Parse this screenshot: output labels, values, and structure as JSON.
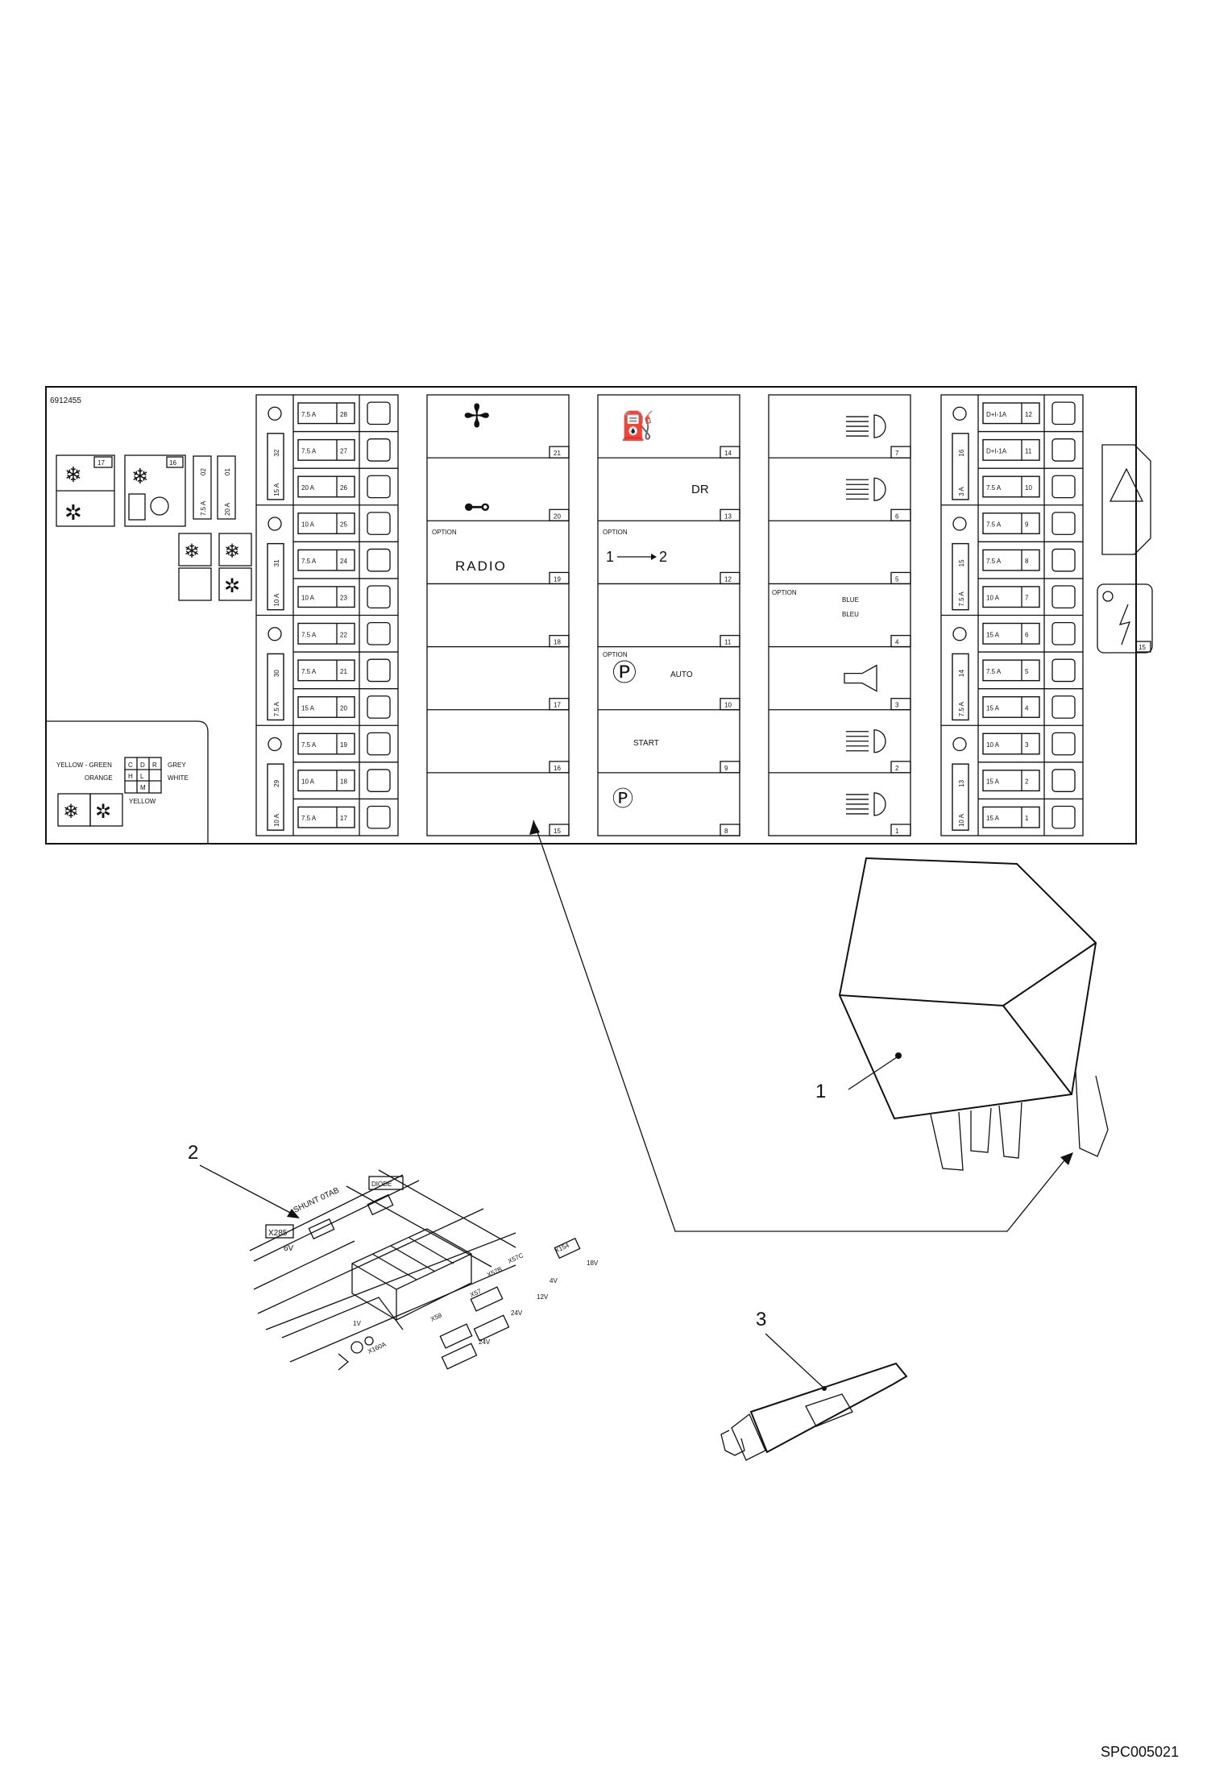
{
  "label": {
    "part_number": "6912455",
    "option": "OPTION",
    "radio": "RADIO",
    "auto": "AUTO",
    "start": "START",
    "blue": "BLUE",
    "bleu": "BLEU",
    "dr": "DR",
    "seq_1": "1",
    "seq_2": "2",
    "relay_15": "15"
  },
  "wire_colors": {
    "yellow_green": "YELLOW - GREEN",
    "orange": "ORANGE",
    "grey": "GREY",
    "white": "WHITE",
    "yellow": "YELLOW",
    "cells": [
      "C",
      "D",
      "R",
      "H",
      "L",
      "M"
    ]
  },
  "left_relays": [
    {
      "num": "17"
    },
    {
      "num": "16"
    }
  ],
  "left_fuses": [
    {
      "rating": "7.5 A",
      "num": "02"
    },
    {
      "rating": "20 A",
      "num": "01"
    }
  ],
  "fuse_col1": [
    {
      "rating": "7.5 A",
      "num": "28"
    },
    {
      "rating": "7.5 A",
      "num": "27"
    },
    {
      "rating": "20 A",
      "num": "26"
    },
    {
      "rating": "10 A",
      "num": "25"
    },
    {
      "rating": "7.5 A",
      "num": "24"
    },
    {
      "rating": "10 A",
      "num": "23"
    },
    {
      "rating": "7.5 A",
      "num": "22"
    },
    {
      "rating": "7.5 A",
      "num": "21"
    },
    {
      "rating": "15 A",
      "num": "20"
    },
    {
      "rating": "7.5 A",
      "num": "19"
    },
    {
      "rating": "10 A",
      "num": "18"
    },
    {
      "rating": "7.5 A",
      "num": "17"
    }
  ],
  "vert_col1": [
    {
      "rating": "15 A",
      "num": "32"
    },
    {
      "rating": "10 A",
      "num": "31"
    },
    {
      "rating": "7.5 A",
      "num": "30"
    },
    {
      "rating": "10 A",
      "num": "29"
    }
  ],
  "relays_col2": [
    "21",
    "20",
    "19",
    "18",
    "17",
    "16",
    "15"
  ],
  "relays_col3": [
    "14",
    "13",
    "12",
    "11",
    "10",
    "9",
    "8"
  ],
  "relays_col4": [
    "7",
    "6",
    "5",
    "4",
    "3",
    "2",
    "1"
  ],
  "fuse_col5": [
    {
      "rating": "D+I-1A",
      "num": "12"
    },
    {
      "rating": "D+I-1A",
      "num": "11"
    },
    {
      "rating": "7.5 A",
      "num": "10"
    },
    {
      "rating": "7.5 A",
      "num": "9"
    },
    {
      "rating": "7.5 A",
      "num": "8"
    },
    {
      "rating": "10 A",
      "num": "7"
    },
    {
      "rating": "15 A",
      "num": "6"
    },
    {
      "rating": "7.5 A",
      "num": "5"
    },
    {
      "rating": "15 A",
      "num": "4"
    },
    {
      "rating": "10 A",
      "num": "3"
    },
    {
      "rating": "15 A",
      "num": "2"
    },
    {
      "rating": "15 A",
      "num": "1"
    }
  ],
  "vert_col5": [
    {
      "rating": "3 A",
      "num": "16"
    },
    {
      "rating": "7.5 A",
      "num": "15"
    },
    {
      "rating": "7.5 A",
      "num": "14"
    },
    {
      "rating": "10 A",
      "num": "13"
    }
  ],
  "harness": {
    "shunt": "SHUNT 0TAB",
    "diode": "DIODE",
    "x285": "X285",
    "v6": "6V",
    "x154": "X154",
    "v18": "18V",
    "x57c": "X57C",
    "v4": "4V",
    "x57b": "X57B",
    "v12": "12V",
    "x57": "X57",
    "v24a": "24V",
    "x58": "X58",
    "x160a": "X160A",
    "v24b": "24V",
    "v1": "1V"
  },
  "callouts": [
    "1",
    "2",
    "3"
  ],
  "footer_code": "SPC005021"
}
